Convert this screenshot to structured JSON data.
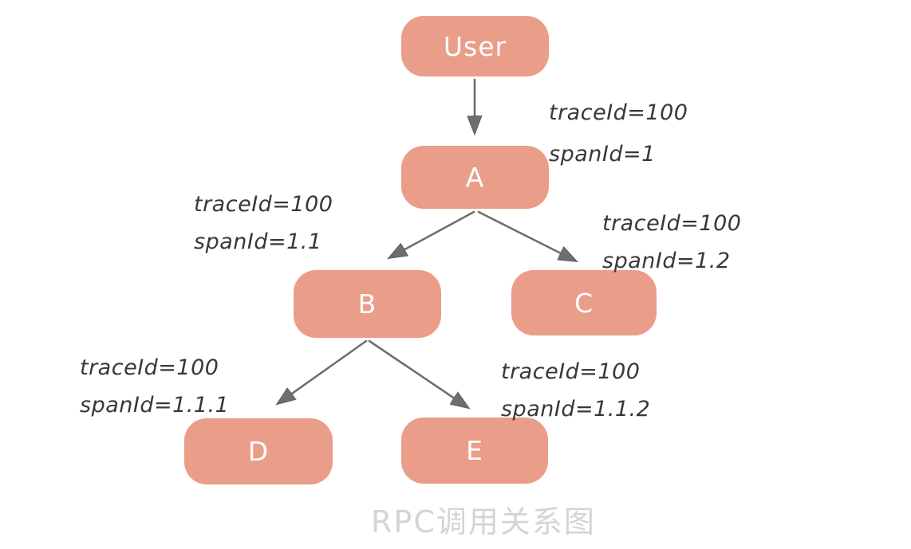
{
  "title": "RPC调用关系图",
  "colors": {
    "background": "#ffffff",
    "node_fill": "#EA9D89",
    "node_text": "#ffffff",
    "arrow": "#6e6e6e",
    "annotation_text": "#383838",
    "title_text": "#d4d4d4"
  },
  "nodes": {
    "user": {
      "label": "User"
    },
    "a": {
      "label": "A"
    },
    "b": {
      "label": "B"
    },
    "c": {
      "label": "C"
    },
    "d": {
      "label": "D"
    },
    "e": {
      "label": "E"
    }
  },
  "edges": [
    {
      "from": "User",
      "to": "A"
    },
    {
      "from": "A",
      "to": "B"
    },
    {
      "from": "A",
      "to": "C"
    },
    {
      "from": "B",
      "to": "D"
    },
    {
      "from": "B",
      "to": "E"
    }
  ],
  "annotations": {
    "user_a": {
      "line1": "traceId=100",
      "line2": "spanId=1"
    },
    "a_b": {
      "line1": "traceId=100",
      "line2": "spanId=1.1"
    },
    "a_c": {
      "line1": "traceId=100",
      "line2": "spanId=1.2"
    },
    "b_d": {
      "line1": "traceId=100",
      "line2": "spanId=1.1.1"
    },
    "b_e": {
      "line1": "traceId=100",
      "line2": "spanId=1.1.2"
    }
  }
}
